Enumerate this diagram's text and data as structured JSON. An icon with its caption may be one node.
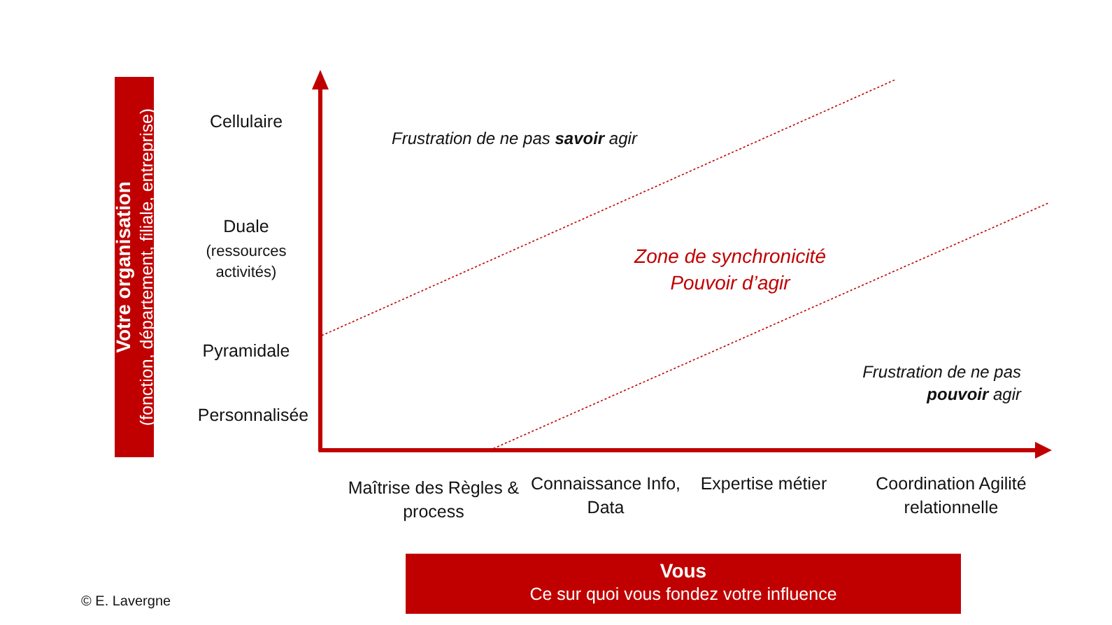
{
  "diagram": {
    "nodes": [
      {
        "text": [
          "Votre organisation",
          "(fonction, département, filiale, entreprise)"
        ]
      },
      {
        "text": [
          "Vous",
          "Ce sur quoi vous fondez votre influence"
        ]
      }
    ],
    "labels": [
      "Cellulaire",
      "Frustration de ne pas **savoir** agir",
      "Duale",
      "(ressources activités)",
      "Zone de synchronicité",
      "Pouvoir d’agir",
      "Pyramidale",
      "Frustration de ne pas **pouvoir** agir",
      "Personnalisée",
      "Maîtrise des Règles & process",
      "Connaissance Info, Data",
      "Expertise métier",
      "Coordination Agilité relationnelle",
      "© E. Lavergne"
    ]
  }
}
